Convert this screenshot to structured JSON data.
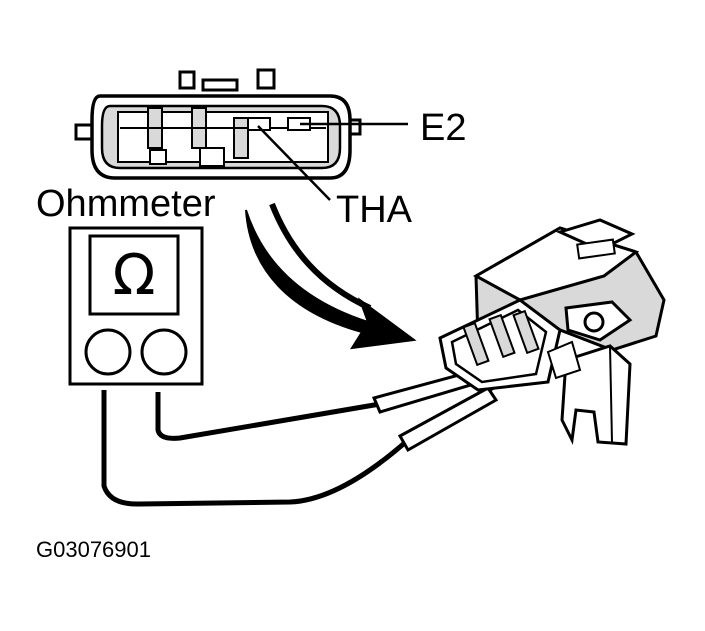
{
  "labels": {
    "e2": "E2",
    "tha": "THA",
    "meter": "Ohmmeter",
    "figure_code": "G03076901",
    "omega_symbol": "Ω"
  },
  "colors": {
    "line": "#000000",
    "fill_light": "#d9d9d9",
    "background": "#ffffff"
  }
}
